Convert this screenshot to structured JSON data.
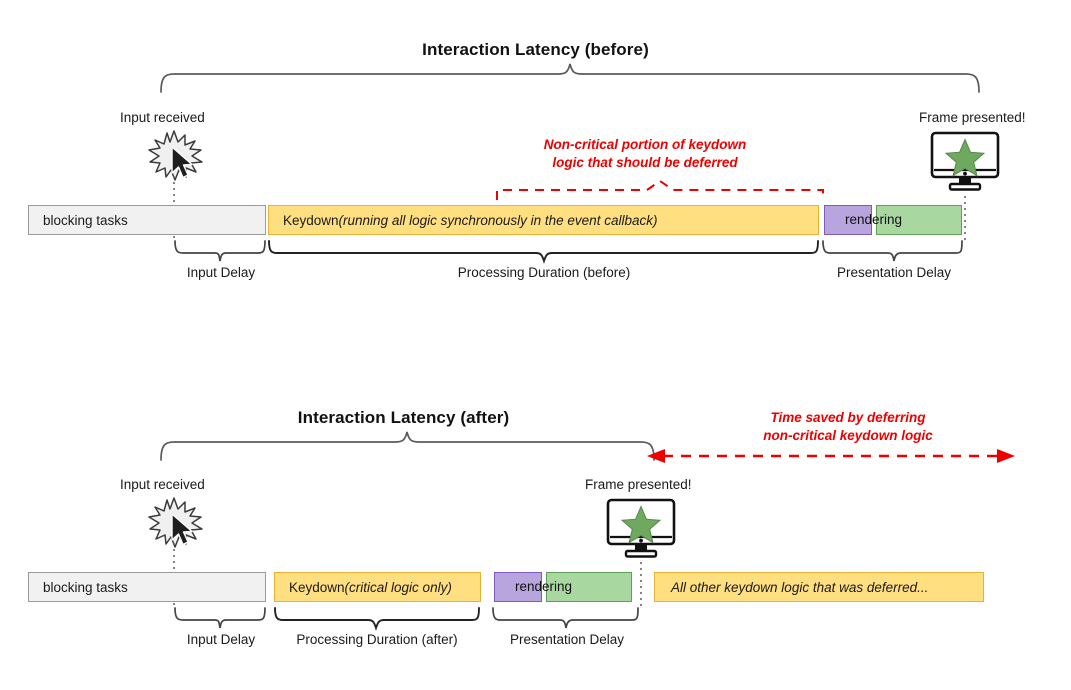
{
  "sections": [
    {
      "title": "Interaction Latency (before)",
      "input_label": "Input received",
      "frame_label": "Frame presented!",
      "red_note_line1": "Non-critical portion of keydown",
      "red_note_line2": "logic that should be deferred",
      "segments": {
        "blocking": "blocking tasks",
        "keydown_main": "Keydown ",
        "keydown_italic": "(running all logic synchronously in the event callback)",
        "rendering": "rendering"
      },
      "bottom_labels": [
        "Input Delay",
        "Processing Duration (before)",
        "Presentation Delay"
      ]
    },
    {
      "title": "Interaction Latency (after)",
      "input_label": "Input received",
      "frame_label": "Frame presented!",
      "red_note_line1": "Time saved by deferring",
      "red_note_line2": "non-critical keydown logic",
      "segments": {
        "blocking": "blocking tasks",
        "keydown_main": "Keydown ",
        "keydown_italic": "(critical logic only)",
        "rendering": "rendering",
        "deferred": "All other keydown logic that was deferred..."
      },
      "bottom_labels": [
        "Input Delay",
        "Processing Duration (after)",
        "Presentation Delay"
      ]
    }
  ],
  "icons": {
    "burst": "input-burst-icon",
    "cursor": "mouse-cursor-icon",
    "monitor": "monitor-icon",
    "star": "star-icon"
  },
  "colors": {
    "yellow_fill": "#ffdf80",
    "yellow_border": "#e8b235",
    "purple_fill": "#b9a5dd",
    "purple_border": "#7b5cc0",
    "green_fill": "#a8d8a0",
    "green_border": "#5fa05a",
    "grey_fill": "#f1f1f1",
    "grey_border": "#9a9a9a",
    "red_accent": "#ee0000",
    "brace_stroke": "#5a5a5a",
    "star_fill": "#6fa85f"
  }
}
